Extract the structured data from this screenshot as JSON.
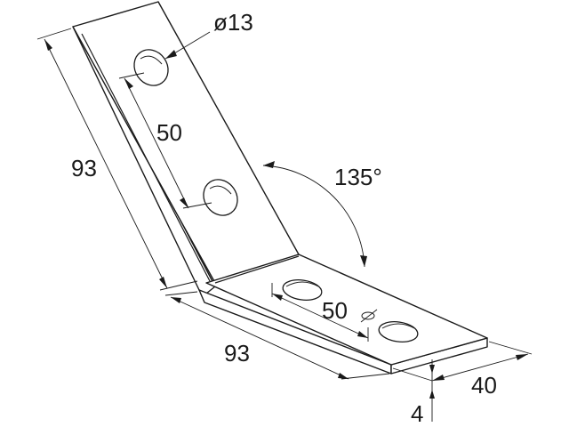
{
  "drawing": {
    "dim_hole_diameter": "ø13",
    "dim_hole_spacing_upper": "50",
    "dim_length_upper": "93",
    "dim_angle": "135°",
    "dim_hole_spacing_lower": "50",
    "dim_length_lower": "93",
    "dim_width": "40",
    "dim_thickness": "4"
  }
}
